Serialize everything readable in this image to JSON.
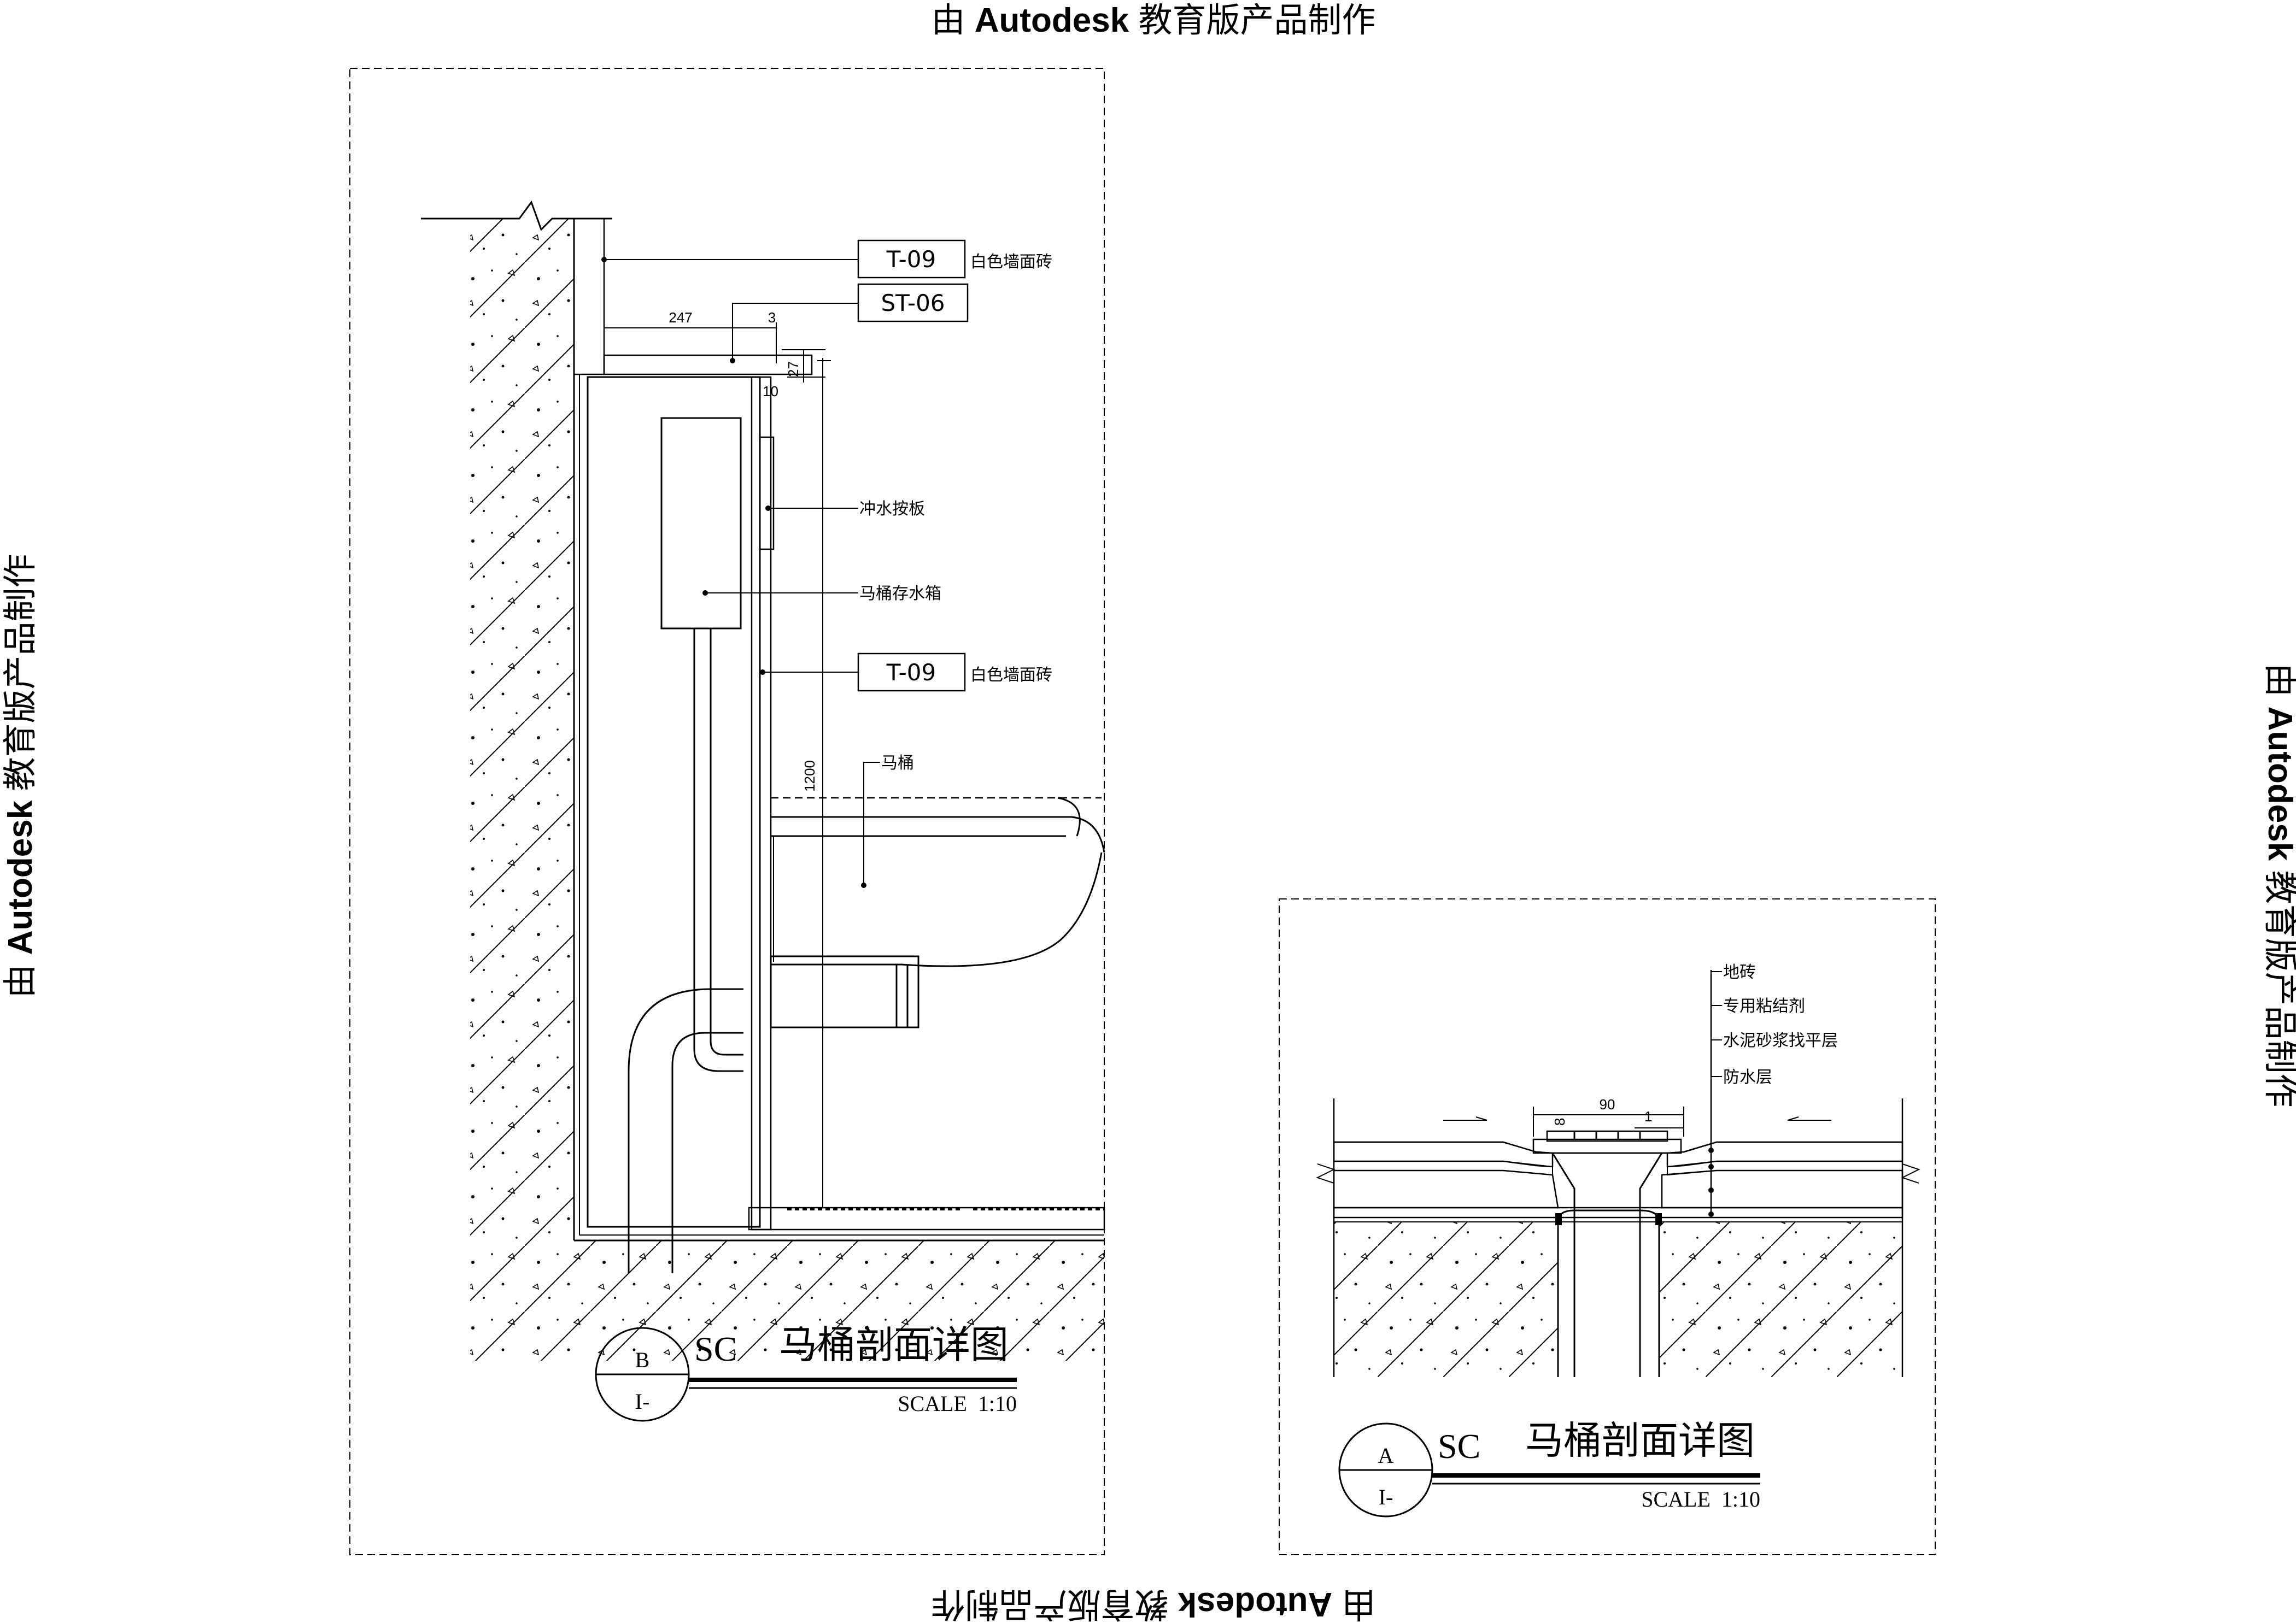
{
  "watermark": {
    "top": "由 Autodesk 教育版产品制作",
    "bottom": "由 Autodesk 教育版产品制作",
    "left": "由 Autodesk 教育版产品制作",
    "right": "由 Autodesk 教育版产品制作",
    "prefix": "由",
    "brand": "Autodesk",
    "suffix": "教育版产品制作"
  },
  "detail_b": {
    "title": "马桶剖面详图",
    "scale": "SCALE  1:10",
    "sheet_code": "SC",
    "bubble_top": "B",
    "bubble_bottom": "I-",
    "tags": [
      {
        "code": "T-09",
        "desc": "白色墙面砖"
      },
      {
        "code": "ST-06",
        "desc": ""
      },
      {
        "code": "T-09",
        "desc": "白色墙面砖"
      }
    ],
    "labels": {
      "flush_plate": "冲水按板",
      "cistern": "马桶存水箱",
      "toilet": "马桶"
    },
    "dims": {
      "d247": "247",
      "d3": "3",
      "d27": "27",
      "d10": "10",
      "d1200": "1200"
    }
  },
  "detail_a": {
    "title": "马桶剖面详图",
    "scale": "SCALE  1:10",
    "sheet_code": "SC",
    "bubble_top": "A",
    "bubble_bottom": "I-",
    "labels": {
      "floor_tile": "地砖",
      "adhesive": "专用粘结剂",
      "screed": "水泥砂浆找平层",
      "waterproof": "防水层"
    },
    "dims": {
      "d90": "90",
      "d8": "8",
      "d1": "1"
    }
  }
}
